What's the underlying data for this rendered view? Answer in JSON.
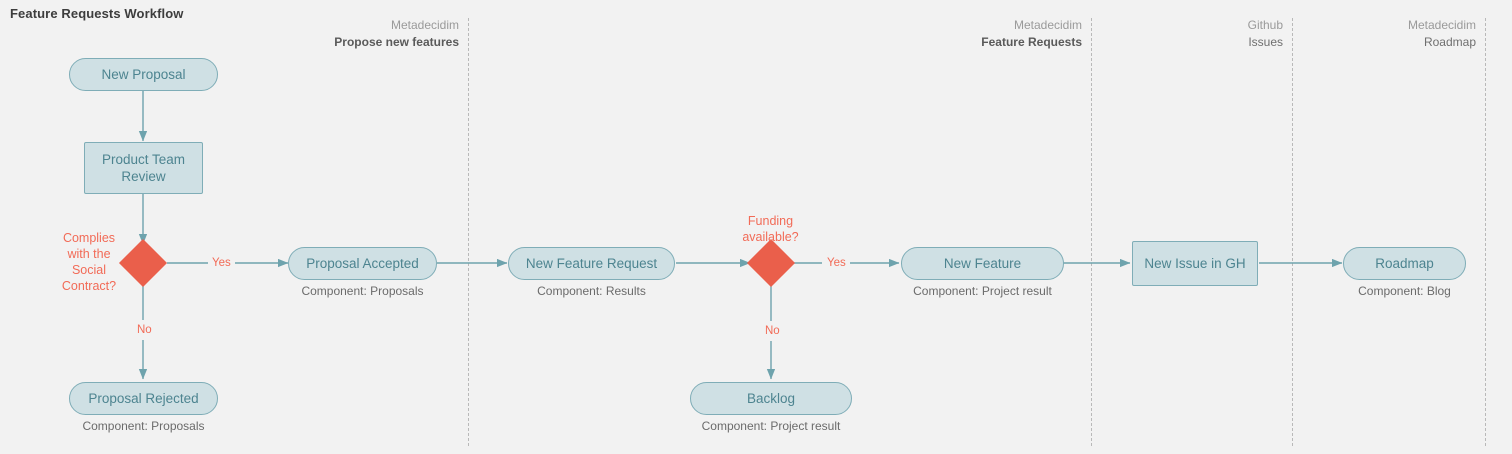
{
  "title": "Feature Requests Workflow",
  "colors": {
    "background": "#f2f2f2",
    "node_fill": "#cfe0e4",
    "node_border": "#7fadb7",
    "node_text": "#4d8490",
    "decision_fill": "#ea5f4b",
    "decision_text": "#f26b57",
    "edge_stroke": "#6ea3ad",
    "divider": "#b9b9b9",
    "caption_text": "#6b6b6b",
    "title_text": "#3d3d3d"
  },
  "lanes": [
    {
      "org": "Metadecidim",
      "name": "Propose new features",
      "bold": true
    },
    {
      "org": "Metadecidim",
      "name": "Feature Requests",
      "bold": true
    },
    {
      "org": "Github",
      "name": "Issues",
      "bold": false
    },
    {
      "org": "Metadecidim",
      "name": "Roadmap",
      "bold": false
    }
  ],
  "nodes": [
    {
      "id": "new-proposal",
      "label": "New Proposal",
      "shape": "stadium",
      "caption": ""
    },
    {
      "id": "product-team-review",
      "label": "Product Team\nReview",
      "shape": "rect",
      "caption": ""
    },
    {
      "id": "proposal-accepted",
      "label": "Proposal Accepted",
      "shape": "stadium",
      "caption": "Component: Proposals"
    },
    {
      "id": "proposal-rejected",
      "label": "Proposal Rejected",
      "shape": "stadium",
      "caption": "Component: Proposals"
    },
    {
      "id": "new-feature-request",
      "label": "New Feature Request",
      "shape": "stadium",
      "caption": "Component: Results"
    },
    {
      "id": "new-feature",
      "label": "New Feature",
      "shape": "stadium",
      "caption": "Component: Project result"
    },
    {
      "id": "backlog",
      "label": "Backlog",
      "shape": "stadium",
      "caption": "Component: Project result"
    },
    {
      "id": "new-issue-in-gh",
      "label": "New Issue in GH",
      "shape": "rect",
      "caption": ""
    },
    {
      "id": "roadmap",
      "label": "Roadmap",
      "shape": "stadium",
      "caption": "Component: Blog"
    }
  ],
  "decisions": [
    {
      "id": "social-contract",
      "question": "Complies\nwith the\nSocial\nContract?",
      "yes": "Yes",
      "no": "No"
    },
    {
      "id": "funding",
      "question": "Funding\navailable?",
      "yes": "Yes",
      "no": "No"
    }
  ]
}
